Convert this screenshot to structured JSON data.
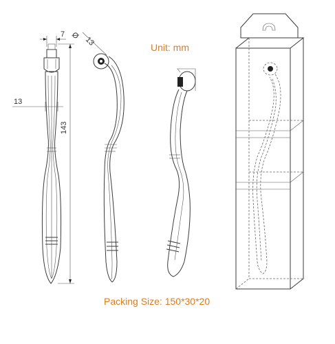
{
  "notes": {
    "unit": "Unit: mm",
    "packing": "Packing Size: 150*30*20"
  },
  "dimensions": {
    "head_width": "7",
    "roller_diameter": "13",
    "handle_neck": "13",
    "total_length": "143"
  },
  "colors": {
    "note_text": "#e07b1a",
    "line": "#3a3a3a",
    "dim_text": "#333333"
  }
}
